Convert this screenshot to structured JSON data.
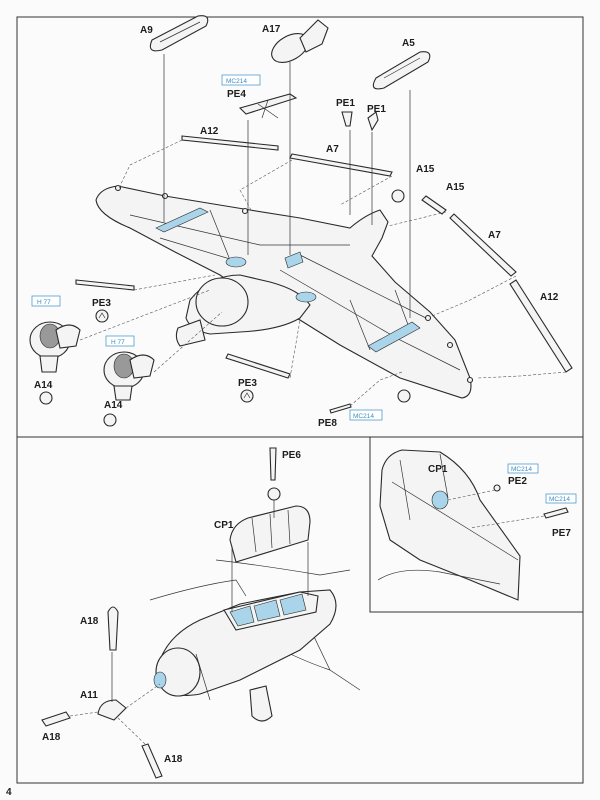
{
  "page_number": "4",
  "upper_section": {
    "parts": {
      "a9": "A9",
      "a17": "A17",
      "a5": "A5",
      "a12_left": "A12",
      "a12_right": "A12",
      "a7_mid": "A7",
      "a7_right": "A7",
      "a15_a": "A15",
      "a15_b": "A15",
      "pe1_a": "PE1",
      "pe1_b": "PE1",
      "pe4": "PE4",
      "pe3_left": "PE3",
      "pe3_mid": "PE3",
      "pe8": "PE8",
      "a14_a": "A14",
      "a14_b": "A14"
    },
    "paint_marks": {
      "mc214_pe4": "MC214",
      "h77_a": "H 77",
      "h77_b": "H 77",
      "mc214_pe8": "MC214"
    }
  },
  "lower_section": {
    "parts": {
      "pe6": "PE6",
      "cp1": "CP1",
      "a18_top": "A18",
      "a11": "A11",
      "a18_left": "A18",
      "a18_bottom": "A18"
    }
  },
  "detail_inset": {
    "parts": {
      "cp1": "CP1",
      "pe2": "PE2",
      "pe7": "PE7"
    },
    "paint_marks": {
      "mc214_pe2": "MC214",
      "mc214_pe7": "MC214"
    }
  },
  "colors": {
    "paint_mark": "#3a8fc4",
    "glass": "#a9d4ea",
    "line": "#2a2a2a"
  }
}
